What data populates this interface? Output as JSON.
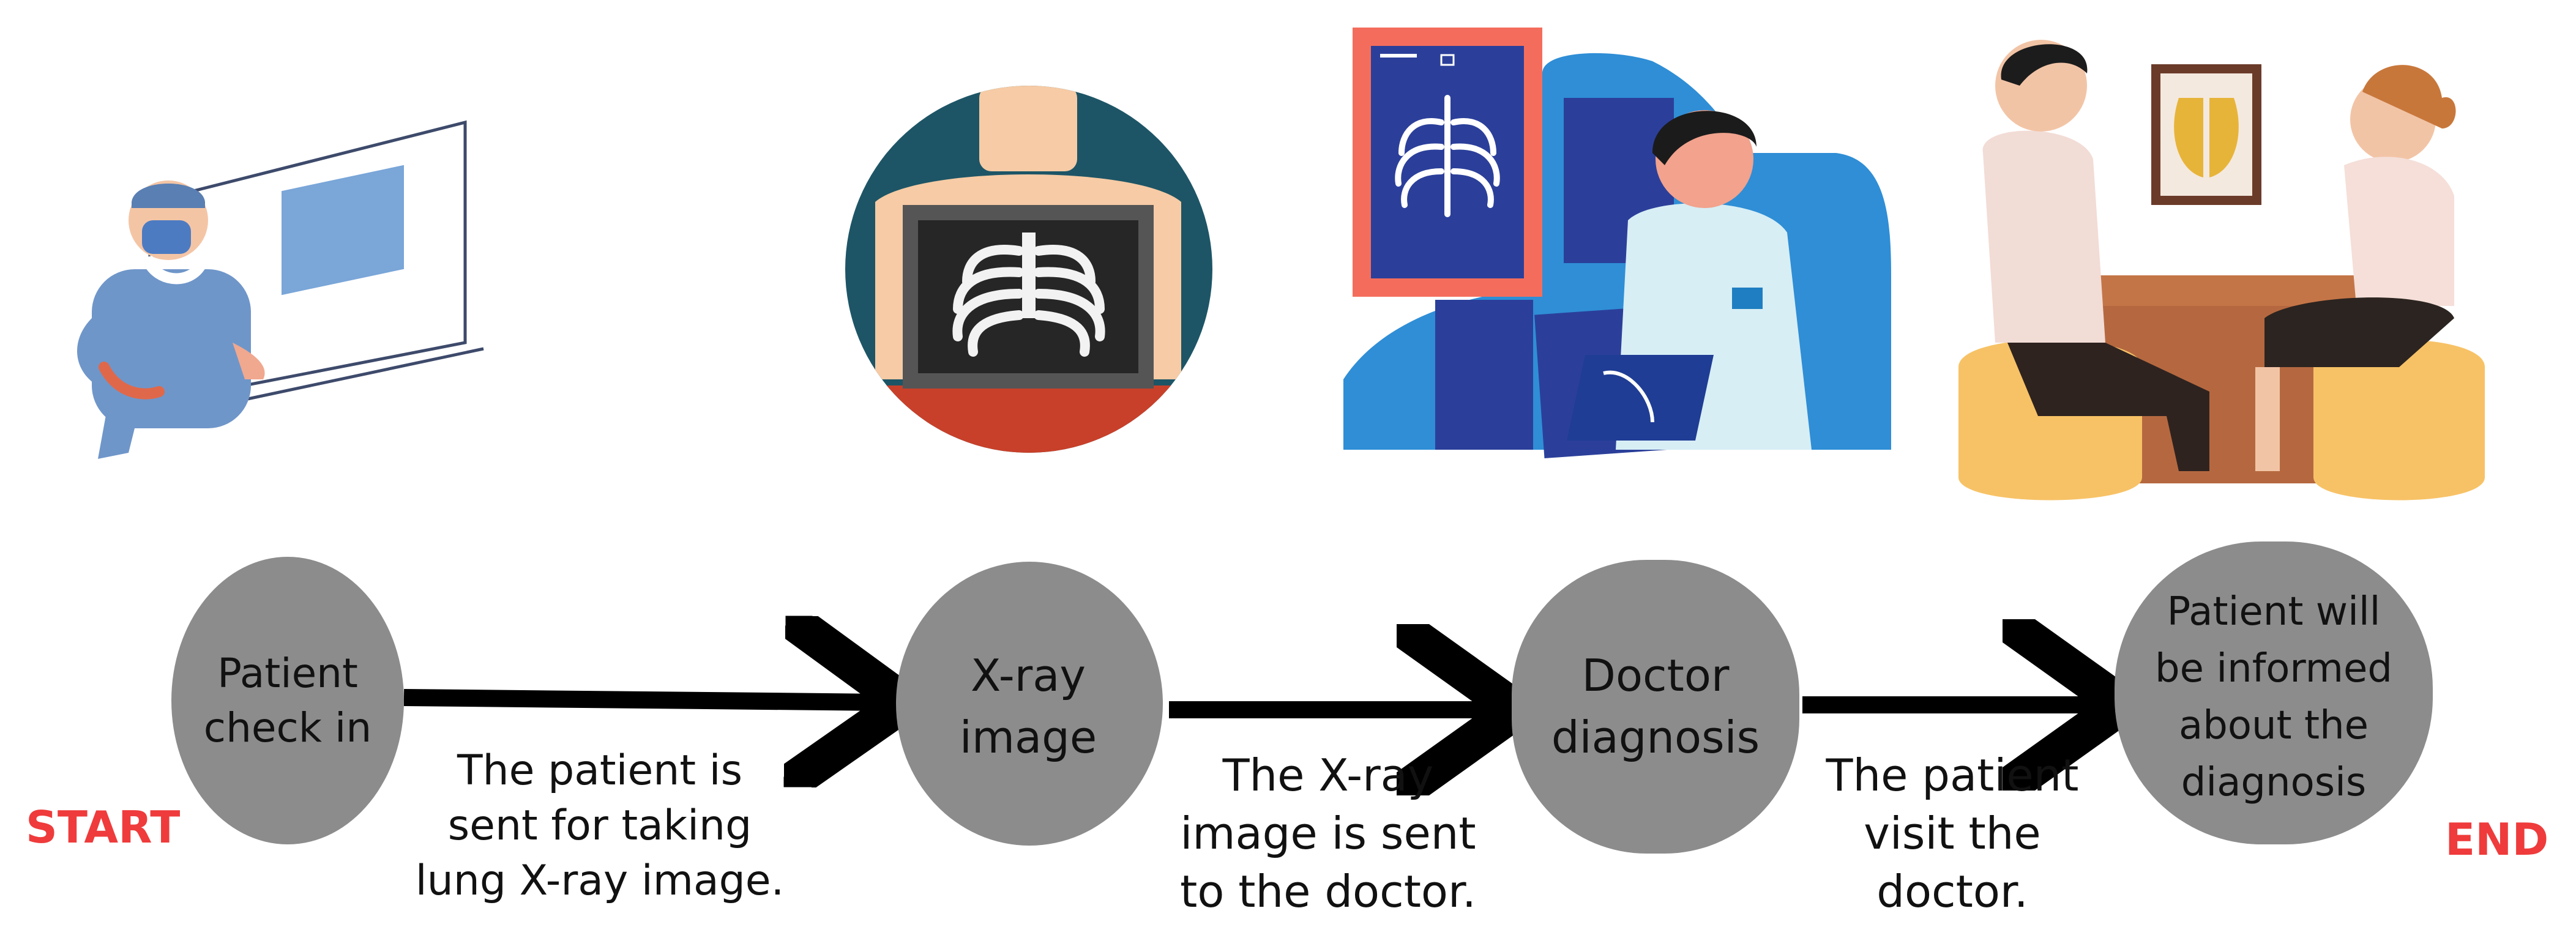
{
  "colors": {
    "node_fill": "#8c8c8c",
    "arrow": "#000000",
    "terminal_text": "#ef3b3b",
    "text": "#111111"
  },
  "terminals": {
    "start": "START",
    "end": "END"
  },
  "steps": [
    {
      "label": "Patient\ncheck in",
      "illustration": "receptionist-at-counter-illustration"
    },
    {
      "label": "X-ray\nimage",
      "illustration": "chest-xray-illustration"
    },
    {
      "label": "Doctor\ndiagnosis",
      "illustration": "doctor-reviewing-xray-illustration"
    },
    {
      "label": "Patient will\nbe informed\nabout the\ndiagnosis",
      "illustration": "doctor-patient-consultation-illustration"
    }
  ],
  "transitions": [
    {
      "text": "The patient is\nsent for taking\nlung X-ray image."
    },
    {
      "text": "The X-ray\nimage is sent\nto the doctor."
    },
    {
      "text": "The patient\nvisit the\ndoctor."
    }
  ]
}
